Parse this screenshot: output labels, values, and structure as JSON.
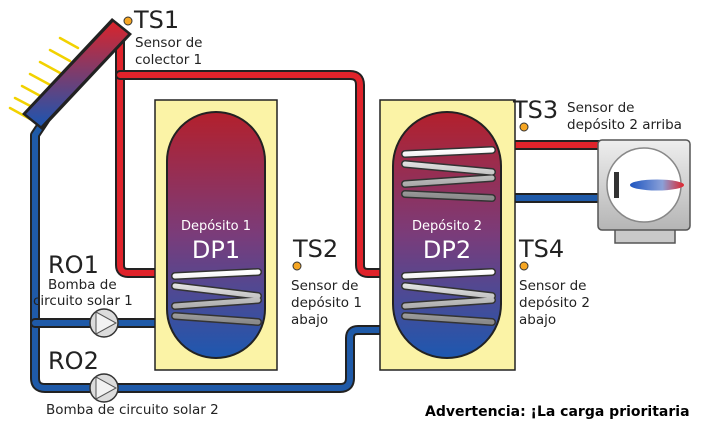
{
  "colors": {
    "hot_pipe": "#e0232b",
    "cold_pipe": "#1f5aa8",
    "tank_jacket": "#fbf3a6",
    "tank_outline": "#222222"
  },
  "icons": [
    "solar-collector-icon",
    "sun-rays-icon",
    "pump-icon",
    "heat-exchanger-coil-icon",
    "boiler-icon",
    "flame-icon",
    "sensor-dot-icon"
  ],
  "labels": {
    "ts1": "TS1",
    "ts1_desc": [
      "Sensor de",
      "colector 1"
    ],
    "ts2": "TS2",
    "ts2_desc": [
      "Sensor de",
      "depósito 1",
      "abajo"
    ],
    "ts3": "TS3",
    "ts3_desc": [
      "Sensor de",
      "depósito 2 arriba"
    ],
    "ts4": "TS4",
    "ts4_desc": [
      "Sensor de",
      "depósito 2",
      "abajo"
    ],
    "ro1": "RO1",
    "ro1_desc": [
      "Bomba de",
      "circuito solar 1"
    ],
    "ro2": "RO2",
    "ro2_desc": "Bomba de circuito solar 2"
  },
  "tanks": [
    {
      "name": "Depósito 1",
      "code": "DP1"
    },
    {
      "name": "Depósito 2",
      "code": "DP2"
    }
  ],
  "warning": "Advertencia: ¡La carga prioritaria"
}
